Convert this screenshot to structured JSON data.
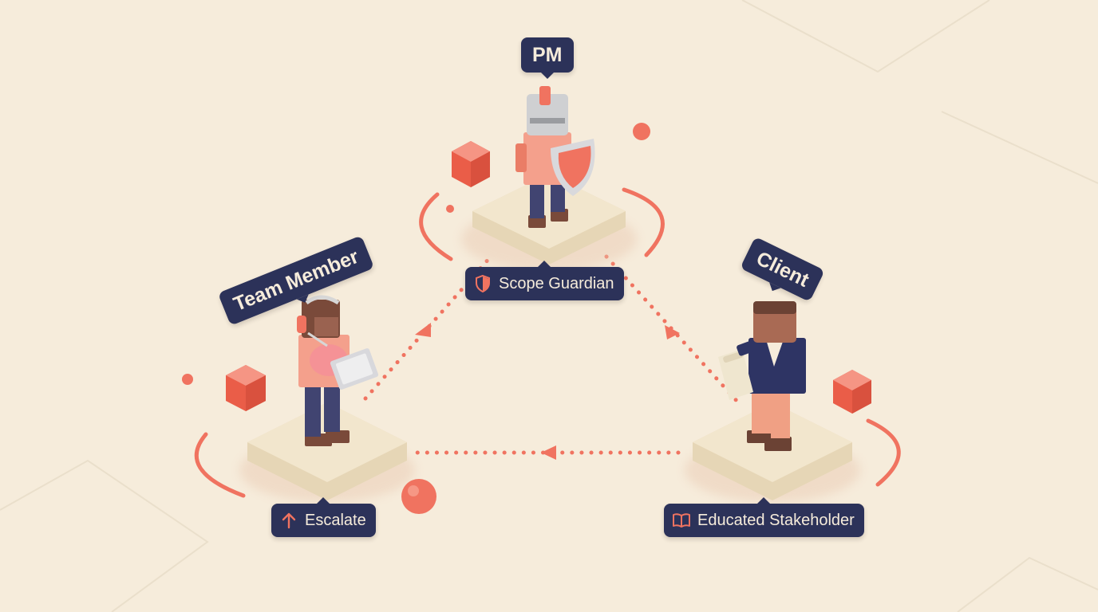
{
  "roles": {
    "pm": {
      "label": "PM"
    },
    "team_member": {
      "label": "Team Member"
    },
    "client": {
      "label": "Client"
    }
  },
  "actions": {
    "scope_guardian": {
      "label": "Scope Guardian",
      "icon": "shield-icon"
    },
    "escalate": {
      "label": "Escalate",
      "icon": "arrow-up-icon"
    },
    "educated_stakeholder": {
      "label": "Educated Stakeholder",
      "icon": "book-icon"
    }
  },
  "colors": {
    "background": "#f6ecdb",
    "accent": "#f07360",
    "navy": "#2c3259",
    "platform": "#f2e6cd"
  }
}
